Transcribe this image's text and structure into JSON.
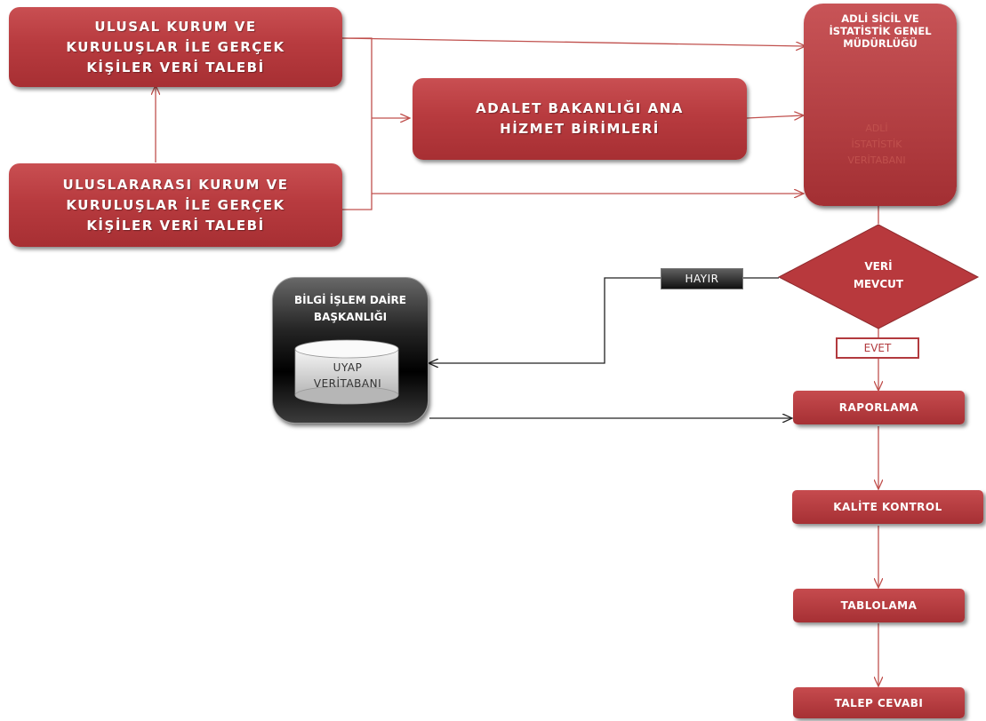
{
  "nodes": {
    "ulusal": "ULUSAL KURUM VE KURULUŞLAR İLE GERÇEK KİŞİLER VERİ TALEBİ",
    "uluslararasi": "ULUSLARARASI KURUM VE KURULUŞLAR İLE GERÇEK KİŞİLER VERİ TALEBİ",
    "adalet": "ADALET BAKANLIĞI ANA HİZMET BİRİMLERİ",
    "adli_sicil": "ADLİ SİCİL VE İSTATİSTİK GENEL MÜDÜRLÜĞÜ",
    "adli_db": "ADLİ İSTATİSTİK VERİTABANI",
    "veri_mevcut": "VERİ MEVCUT",
    "hayir": "HAYIR",
    "evet": "EVET",
    "bilgi_islem": "BİLGİ İŞLEM DAİRE BAŞKANLIĞI",
    "uyap_db": "UYAP VERİTABANI",
    "raporlama": "RAPORLAMA",
    "kalite_kontrol": "KALİTE KONTROL",
    "tablolama": "TABLOLAMA",
    "talep_cevabi": "TALEP CEVABI"
  },
  "colors": {
    "primary_red": "#b23a3e",
    "connector": "#c0504d",
    "dark_connector": "#222222"
  }
}
